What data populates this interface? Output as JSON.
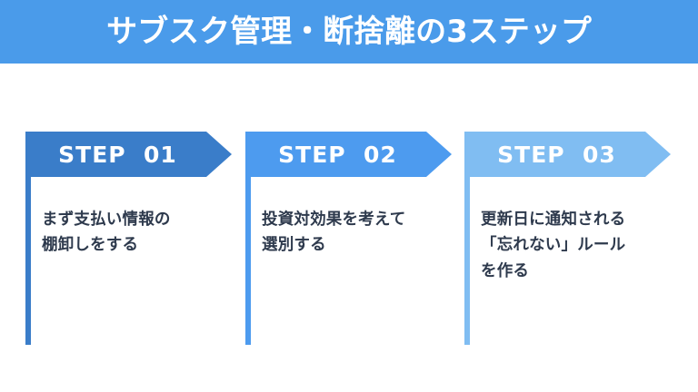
{
  "header": {
    "title": "サブスク管理・断捨離の3ステップ",
    "background_color": "#4a9bea",
    "text_color": "#ffffff"
  },
  "theme": {
    "page_background": "#ffffff",
    "body_text_color": "#2e3a4d"
  },
  "steps": [
    {
      "badge": "STEP  01",
      "badge_color": "#3a7dc9",
      "rail_color": "#3a7dc9",
      "lines": [
        "まず支払い情報の",
        "棚卸しをする"
      ]
    },
    {
      "badge": "STEP  02",
      "badge_color": "#4d9bef",
      "rail_color": "#4d9bef",
      "lines": [
        "投資対効果を考えて",
        "選別する"
      ]
    },
    {
      "badge": "STEP  03",
      "badge_color": "#80bdf2",
      "rail_color": "#80bdf2",
      "lines": [
        "更新日に通知される",
        "「忘れない」ルール",
        "を作る"
      ]
    }
  ]
}
